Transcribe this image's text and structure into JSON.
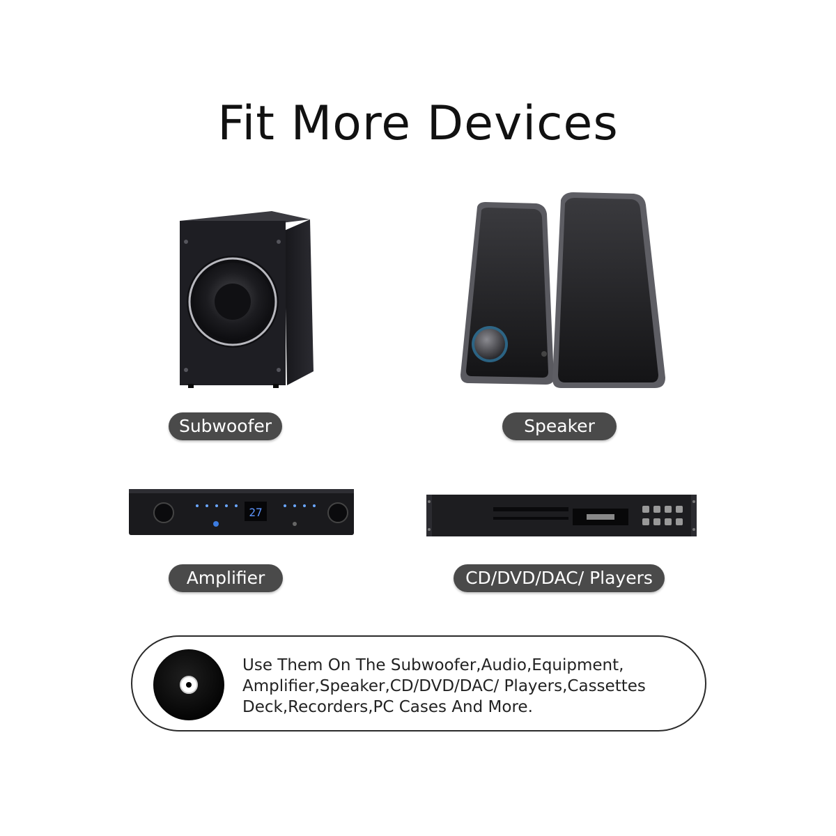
{
  "title": "Fit More Devices",
  "devices": [
    {
      "label": "Subwoofer"
    },
    {
      "label": "Speaker"
    },
    {
      "label": "Amplifier"
    },
    {
      "label": "CD/DVD/DAC/ Players"
    }
  ],
  "amplifier_display": "27",
  "note": {
    "lines": [
      "Use Them On The Subwoofer,Audio,Equipment,",
      "Amplifier,Speaker,CD/DVD/DAC/ Players,Cassettes",
      "Deck,Recorders,PC Cases And More."
    ]
  },
  "colors": {
    "pill": "#4a4a4a",
    "text": "#111111"
  }
}
